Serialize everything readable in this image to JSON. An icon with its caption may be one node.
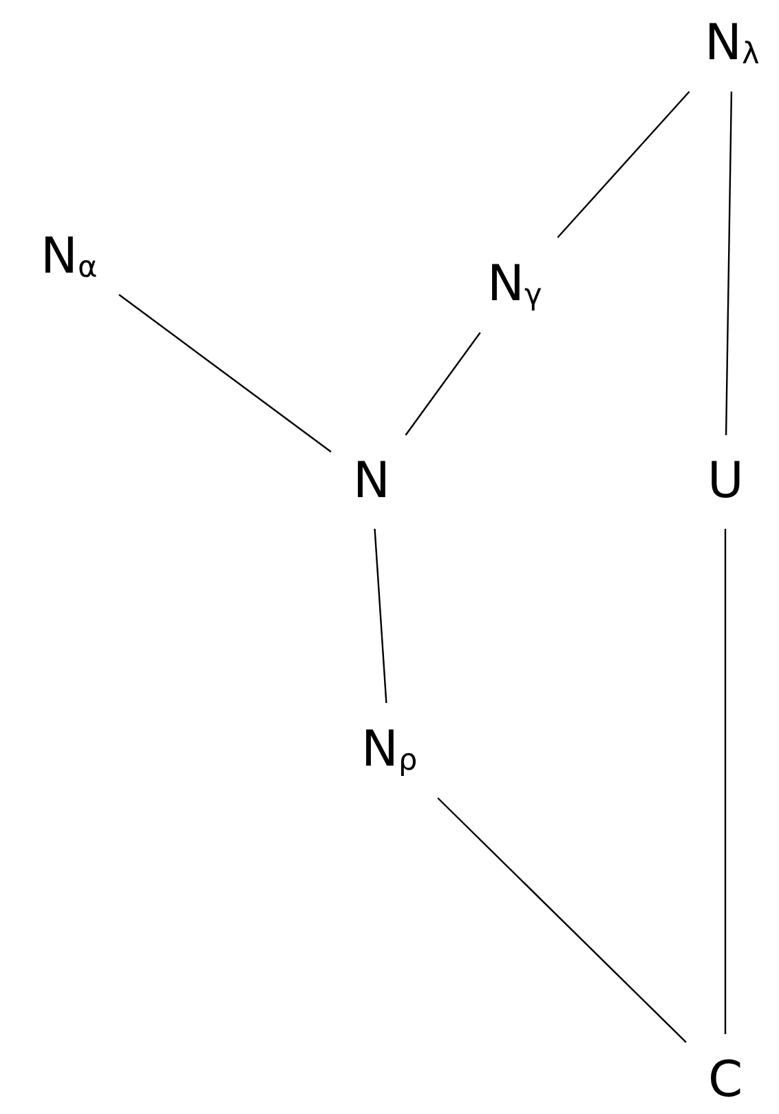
{
  "diagram": {
    "nodes": [
      {
        "text": [
          "N$_{λ}$"
        ]
      },
      {
        "text": [
          "N$_{α}$"
        ]
      },
      {
        "text": [
          "N$_{γ}$"
        ]
      },
      {
        "text": [
          "N"
        ]
      },
      {
        "text": [
          "U"
        ]
      },
      {
        "text": [
          "N$_{ρ}$"
        ]
      },
      {
        "text": [
          "C"
        ]
      }
    ],
    "edges": [
      {
        "from": 0,
        "to": 2,
        "arrow": "none"
      },
      {
        "from": 2,
        "to": 3,
        "arrow": "none"
      },
      {
        "from": 1,
        "to": 3,
        "arrow": "none"
      },
      {
        "from": 3,
        "to": 5,
        "arrow": "none"
      },
      {
        "from": 5,
        "to": 6,
        "arrow": "none"
      },
      {
        "from": 0,
        "to": 4,
        "arrow": "none"
      },
      {
        "from": 4,
        "to": 6,
        "arrow": "none"
      }
    ]
  }
}
